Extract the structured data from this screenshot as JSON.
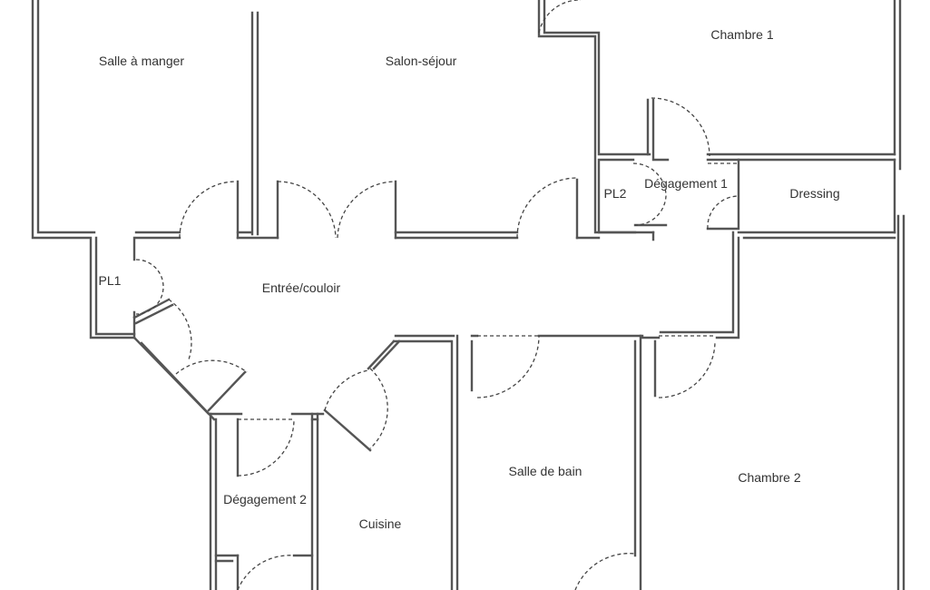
{
  "rooms": {
    "salle_a_manger": "Salle à manger",
    "salon_sejour": "Salon-séjour",
    "chambre_1": "Chambre 1",
    "pl2": "PL2",
    "degagement_1": "Dégagement 1",
    "dressing": "Dressing",
    "pl1": "PL1",
    "entree_couloir": "Entrée/couloir",
    "degagement_2": "Dégagement 2",
    "cuisine": "Cuisine",
    "salle_de_bain": "Salle de bain",
    "chambre_2": "Chambre 2"
  },
  "colors": {
    "wall": "#555555",
    "door_swing": "#444444",
    "text": "#333333",
    "background": "#ffffff"
  }
}
